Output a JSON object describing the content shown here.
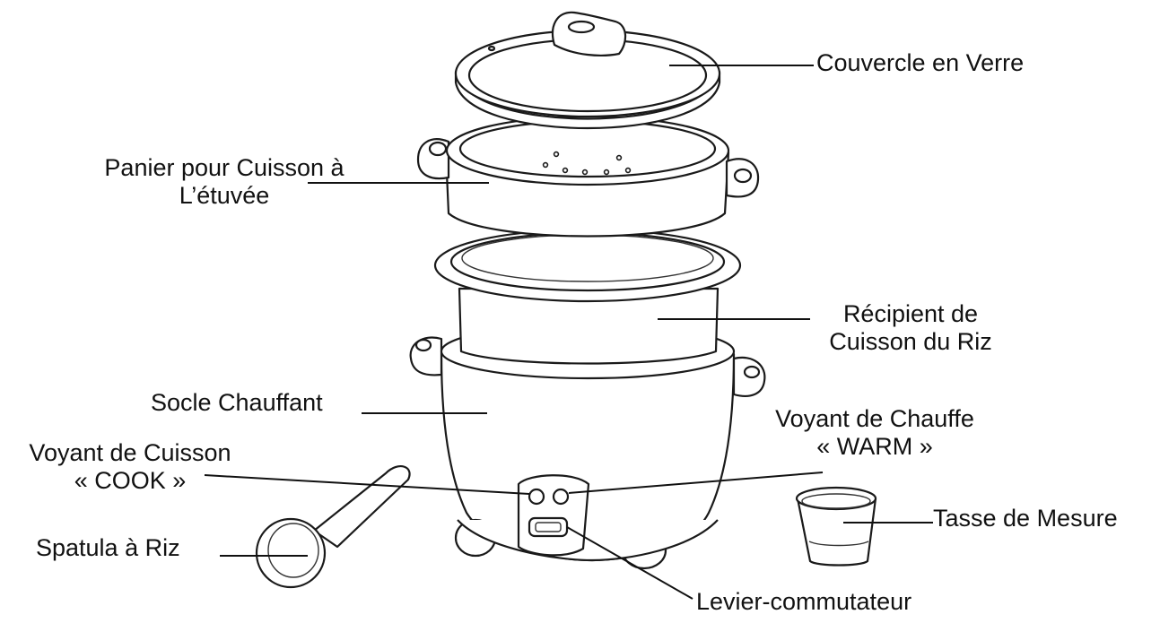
{
  "labels": {
    "lid": "Couvercle en Verre",
    "steamer_line1": "Panier pour Cuisson à",
    "steamer_line2": "L’étuvée",
    "bowl_line1": "Récipient de",
    "bowl_line2": "Cuisson du Riz",
    "base": "Socle Chauffant",
    "cook_line1": "Voyant de Cuisson",
    "cook_line2": "« COOK »",
    "warm_line1": "Voyant de Chauffe",
    "warm_line2": "« WARM »",
    "spatula": "Spatula à Riz",
    "cup": "Tasse de Mesure",
    "lever": "Levier-commutateur"
  }
}
